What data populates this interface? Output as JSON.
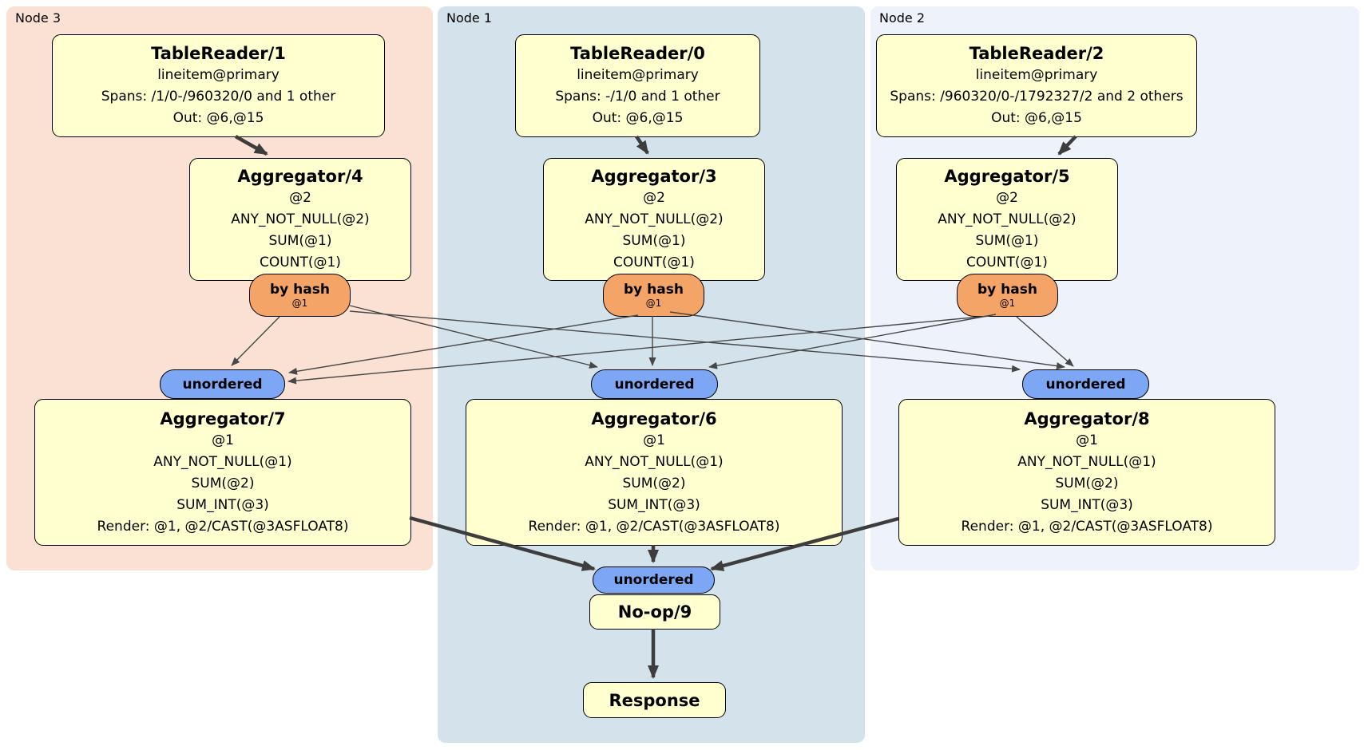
{
  "groups": [
    {
      "label": "Node 3"
    },
    {
      "label": "Node 1"
    },
    {
      "label": "Node 2"
    }
  ],
  "labels": {
    "by_hash": "by hash",
    "by_hash_sub": "@1",
    "unordered": "unordered"
  },
  "nodes": {
    "tablereader1": {
      "title": "TableReader/1",
      "rows": [
        "lineitem@primary",
        "Spans: /1/0-/960320/0 and 1 other",
        "Out: @6,@15"
      ]
    },
    "tablereader0": {
      "title": "TableReader/0",
      "rows": [
        "lineitem@primary",
        "Spans: -/1/0 and 1 other",
        "Out: @6,@15"
      ]
    },
    "tablereader2": {
      "title": "TableReader/2",
      "rows": [
        "lineitem@primary",
        "Spans: /960320/0-/1792327/2 and 2 others",
        "Out: @6,@15"
      ]
    },
    "aggregator4": {
      "title": "Aggregator/4",
      "rows": [
        "@2",
        "ANY_NOT_NULL(@2)",
        "SUM(@1)",
        "COUNT(@1)"
      ]
    },
    "aggregator3": {
      "title": "Aggregator/3",
      "rows": [
        "@2",
        "ANY_NOT_NULL(@2)",
        "SUM(@1)",
        "COUNT(@1)"
      ]
    },
    "aggregator5": {
      "title": "Aggregator/5",
      "rows": [
        "@2",
        "ANY_NOT_NULL(@2)",
        "SUM(@1)",
        "COUNT(@1)"
      ]
    },
    "aggregator7": {
      "title": "Aggregator/7",
      "rows": [
        "@1",
        "ANY_NOT_NULL(@1)",
        "SUM(@2)",
        "SUM_INT(@3)",
        "Render: @1, @2/CAST(@3ASFLOAT8)"
      ]
    },
    "aggregator6": {
      "title": "Aggregator/6",
      "rows": [
        "@1",
        "ANY_NOT_NULL(@1)",
        "SUM(@2)",
        "SUM_INT(@3)",
        "Render: @1, @2/CAST(@3ASFLOAT8)"
      ]
    },
    "aggregator8": {
      "title": "Aggregator/8",
      "rows": [
        "@1",
        "ANY_NOT_NULL(@1)",
        "SUM(@2)",
        "SUM_INT(@3)",
        "Render: @1, @2/CAST(@3ASFLOAT8)"
      ]
    },
    "noop": {
      "title": "No-op/9"
    },
    "response": {
      "title": "Response"
    }
  },
  "colors": {
    "canvas_bg": "#ffffff",
    "node3_bg": "#fbe1d4",
    "node1_bg": "#d3e2eb",
    "node2_bg": "#edf2fb",
    "box_fill": "#ffffd0",
    "box_border": "#000000",
    "hash_fill": "#f4a466",
    "unordered_fill": "#7da7f4",
    "edge_thin": "#474747",
    "edge_thick": "#3d3d3d"
  }
}
